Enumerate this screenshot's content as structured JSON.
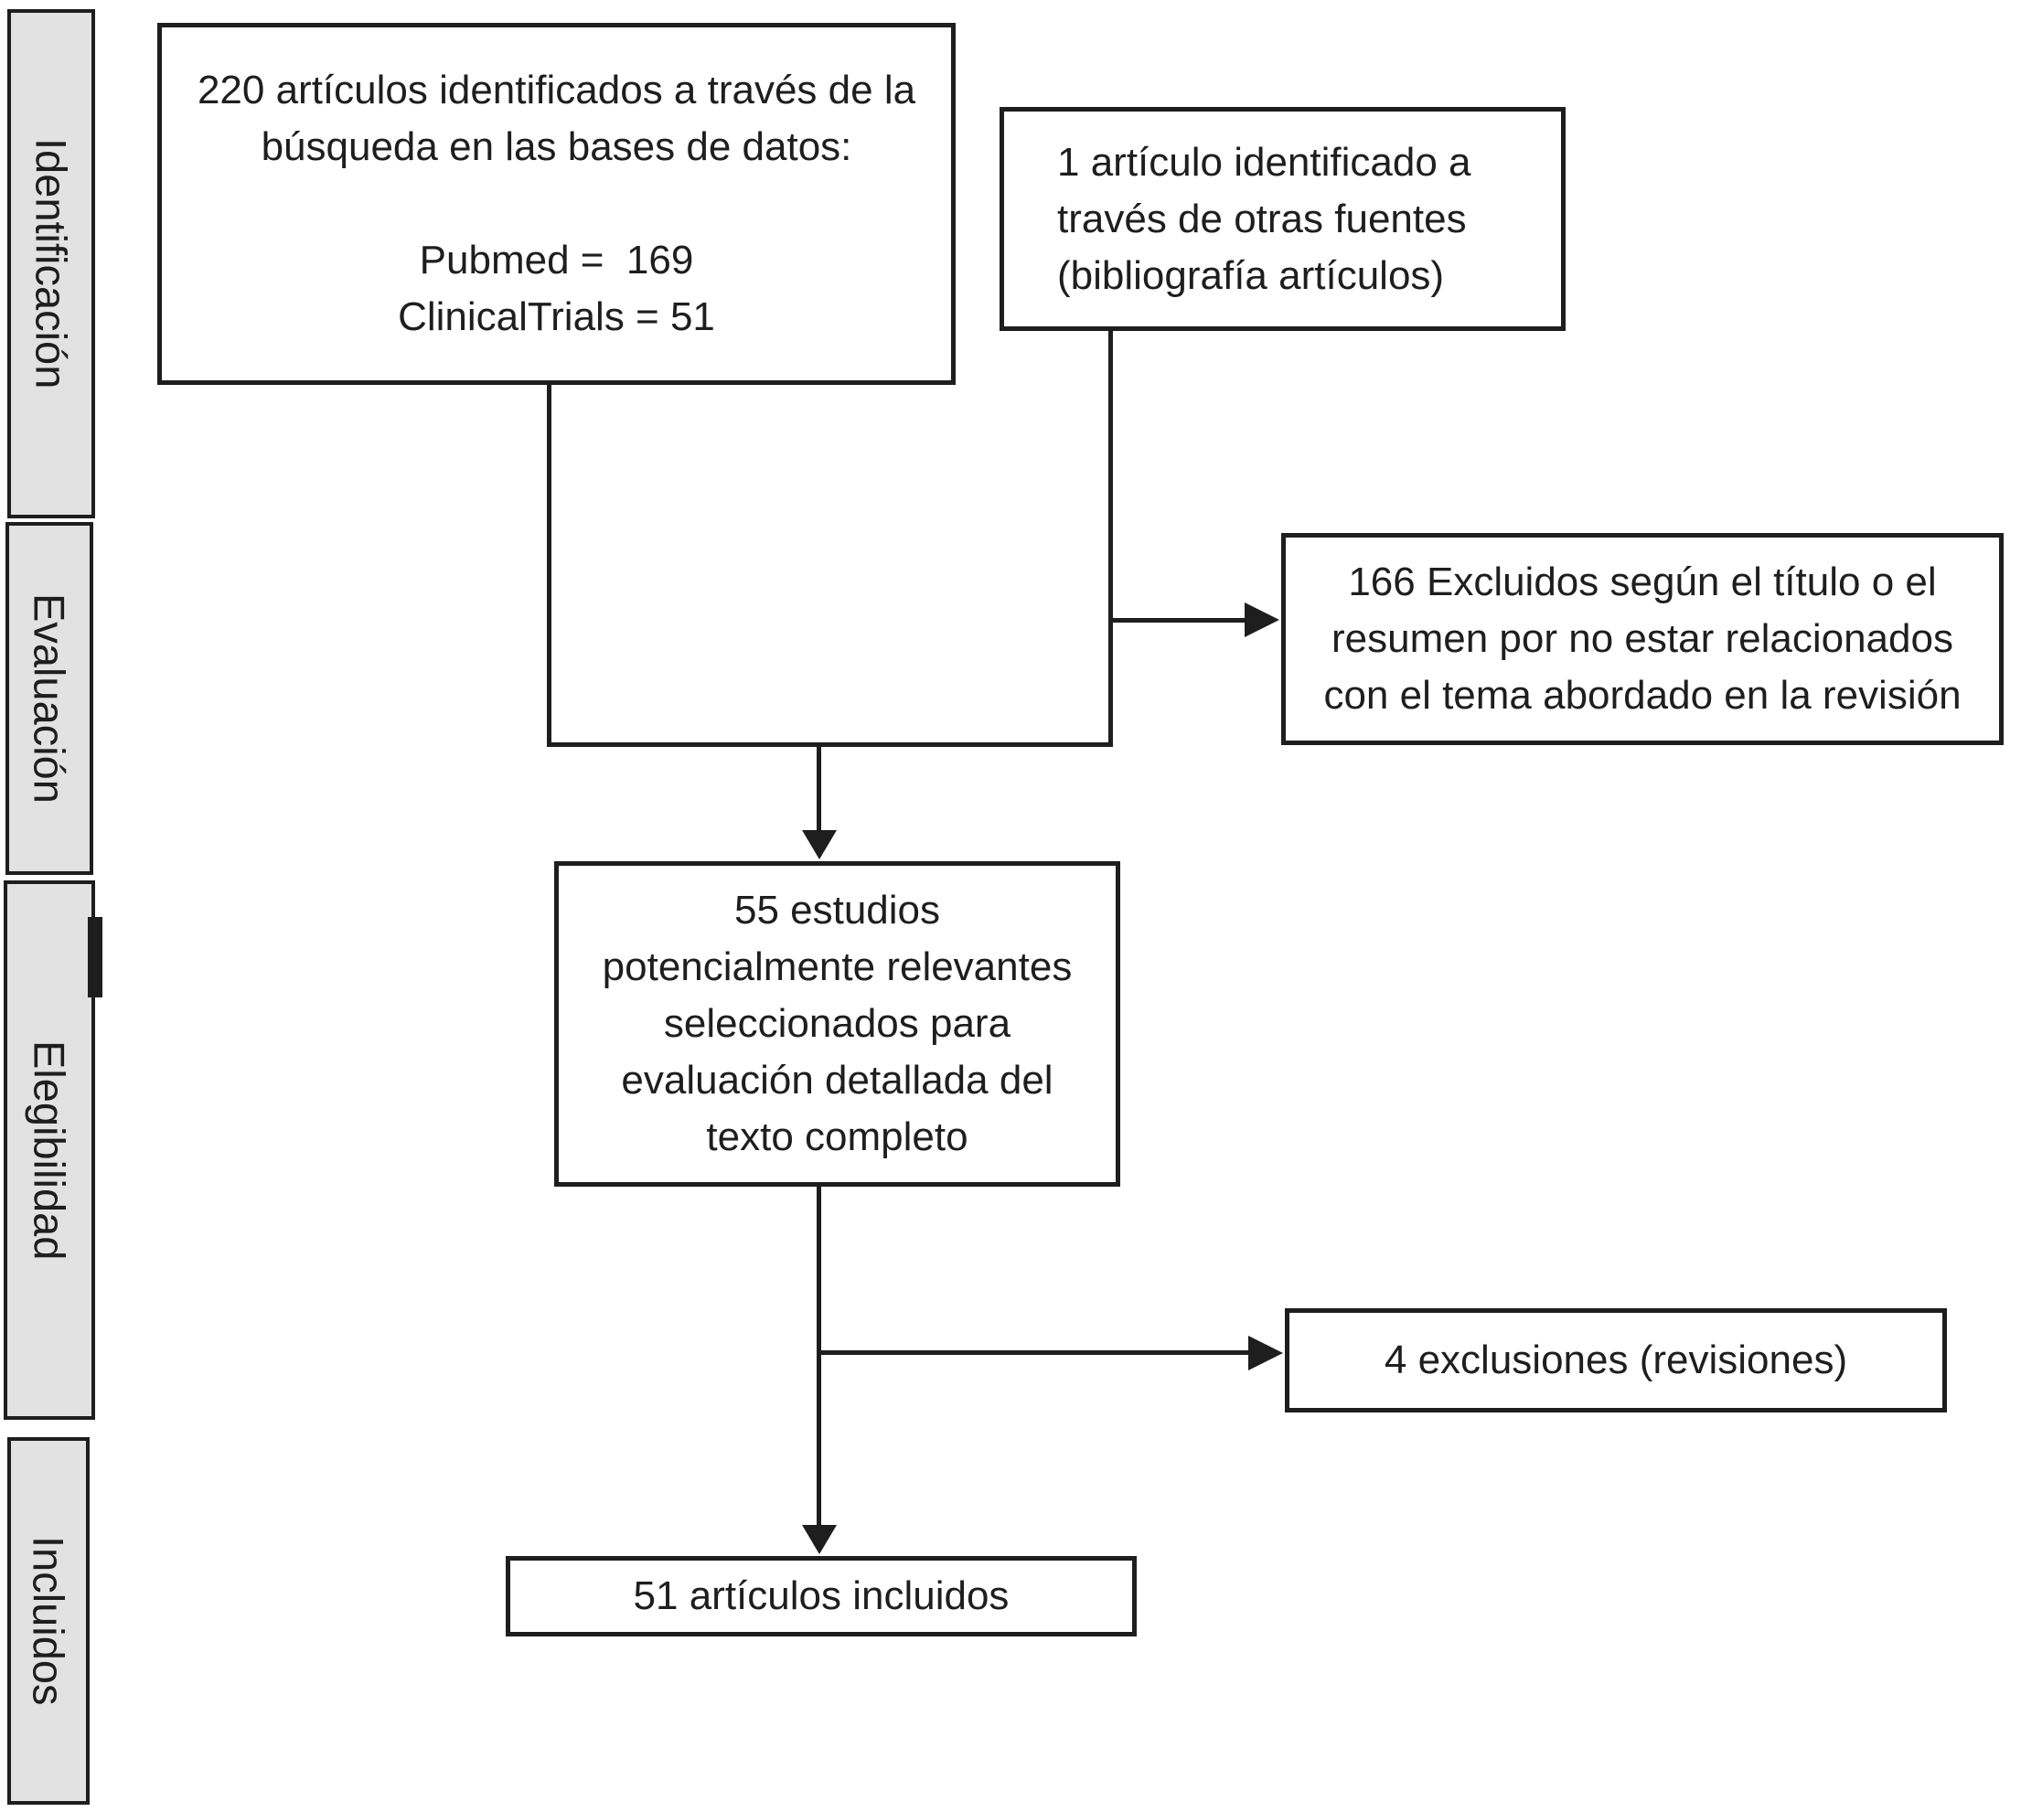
{
  "sidebar": {
    "stages": [
      {
        "label": "Identificación"
      },
      {
        "label": "Evaluación"
      },
      {
        "label": "Elegibilidad"
      },
      {
        "label": "Incluidos"
      }
    ]
  },
  "boxes": {
    "identified": {
      "text": "220 artículos identificados a través de la\nbúsqueda en las bases de datos:\n\nPubmed =  169\nClinicalTrials = 51"
    },
    "other_sources": {
      "text": "1 artículo identificado a\ntravés de otras fuentes\n(bibliografía artículos)"
    },
    "excluded": {
      "text": "166 Excluidos según el título o el\nresumen por no estar relacionados\ncon el tema abordado en la revisión"
    },
    "fulltext": {
      "text": "55 estudios\npotencialmente relevantes\nseleccionados para\nevaluación detallada del\ntexto completo"
    },
    "exclusions": {
      "text": "4 exclusiones (revisiones)"
    },
    "included": {
      "text": "51 artículos incluidos"
    }
  },
  "colors": {
    "stage_fill": "#e2e2e2",
    "stroke": "#1e1e1e",
    "background": "#ffffff"
  }
}
